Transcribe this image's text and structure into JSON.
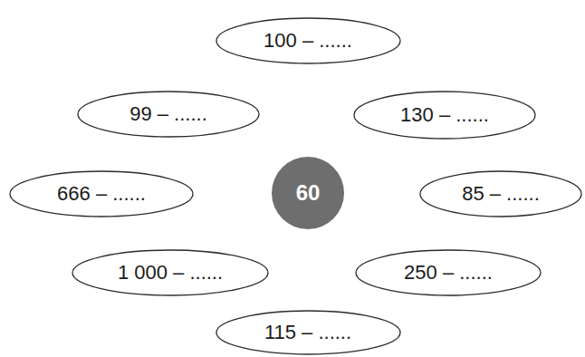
{
  "diagram": {
    "nodes": [
      {
        "text": [
          "100 – ......"
        ]
      },
      {
        "text": [
          "99 – ......"
        ]
      },
      {
        "text": [
          "130 – ......"
        ]
      },
      {
        "text": [
          "666 – ......"
        ]
      },
      {
        "text": [
          "60"
        ]
      },
      {
        "text": [
          "85 – ......"
        ]
      },
      {
        "text": [
          "1 000 – ......"
        ]
      },
      {
        "text": [
          "250 – ......"
        ]
      },
      {
        "text": [
          "115 – ......"
        ]
      }
    ]
  }
}
